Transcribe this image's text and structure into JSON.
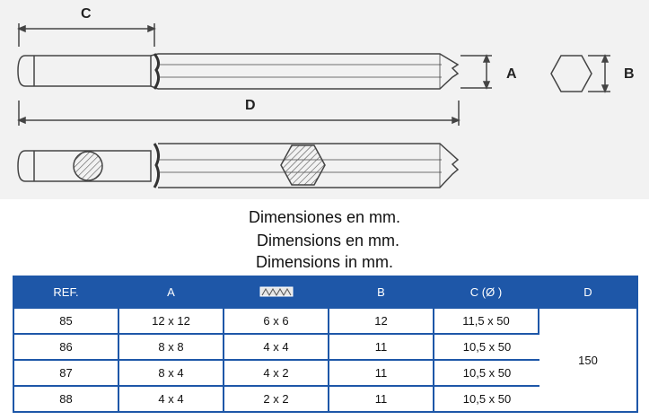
{
  "drawing": {
    "dim_labels": {
      "c": "C",
      "d": "D",
      "a": "A",
      "b": "B"
    }
  },
  "titles": [
    "Dimensiones en mm.",
    "Dimensions en mm.",
    "Dimensions in mm."
  ],
  "table": {
    "headers": {
      "ref": "REF.",
      "a": "A",
      "thread_icon": "thread-icon",
      "b": "B",
      "c": "C (Ø )",
      "d": "D"
    },
    "rows": [
      {
        "ref": "85",
        "a": "12 x 12",
        "thread": "6 x 6",
        "b": "12",
        "c": "11,5 x 50"
      },
      {
        "ref": "86",
        "a": "8 x 8",
        "thread": "4 x 4",
        "b": "11",
        "c": "10,5 x 50"
      },
      {
        "ref": "87",
        "a": "8 x 4",
        "thread": "4 x 2",
        "b": "11",
        "c": "10,5 x 50"
      },
      {
        "ref": "88",
        "a": "4 x 4",
        "thread": "2 x 2",
        "b": "11",
        "c": "10,5 x 50"
      }
    ],
    "d_value": "150"
  },
  "colors": {
    "header_blue": "#1e57a8",
    "drawing_bg": "#f2f2f2"
  }
}
